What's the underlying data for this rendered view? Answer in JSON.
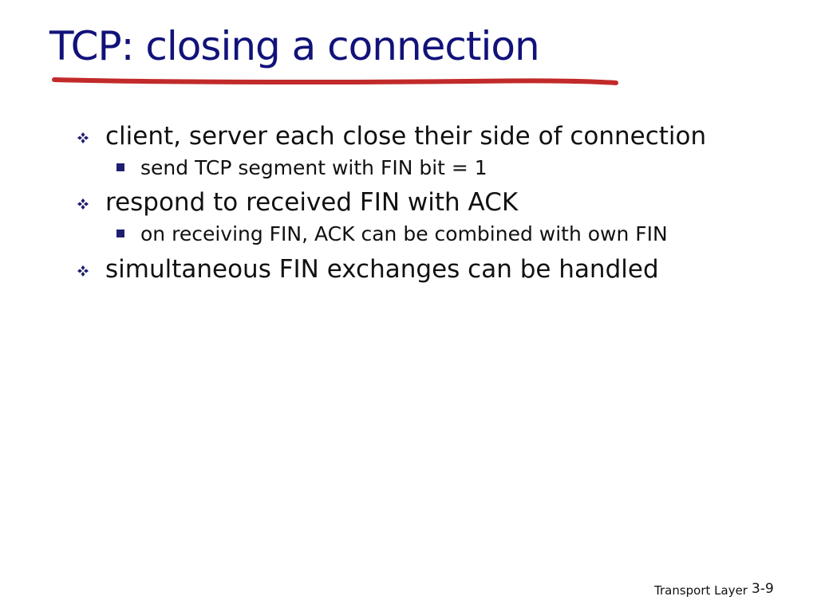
{
  "slide": {
    "title": "TCP: closing a connection",
    "accent_color": "#c22a2a",
    "title_color": "#12127a",
    "bullets": [
      {
        "text": "client, server each close their side of connection",
        "subitems": [
          {
            "text": "send TCP segment with FIN bit = 1"
          }
        ]
      },
      {
        "text": "respond to received FIN with ACK",
        "subitems": [
          {
            "text": "on receiving FIN, ACK can be combined with own FIN"
          }
        ]
      },
      {
        "text": "simultaneous FIN exchanges can be handled",
        "subitems": []
      }
    ],
    "footer": {
      "label": "Transport Layer",
      "page": "3-9"
    }
  }
}
